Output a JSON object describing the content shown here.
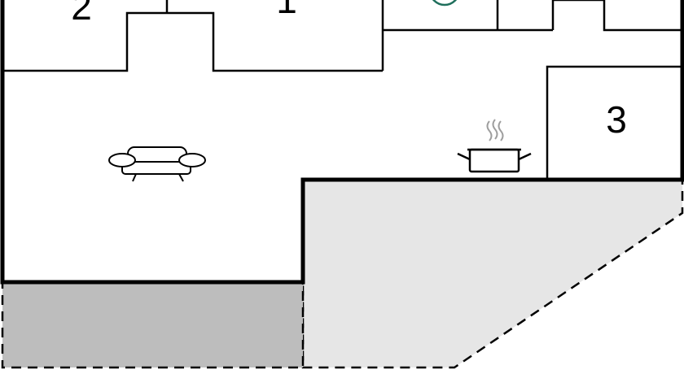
{
  "floorplan": {
    "rooms": [
      {
        "id": "bedroom-2",
        "number": "2"
      },
      {
        "id": "bedroom-1",
        "number": "1"
      },
      {
        "id": "bedroom-3",
        "number": "3"
      }
    ],
    "icons": [
      {
        "id": "sofa",
        "semantic": "sofa-icon"
      },
      {
        "id": "cooking-pot",
        "semantic": "cooking-pot-icon"
      }
    ],
    "colors": {
      "wall": "#000000",
      "floor": "#ffffff",
      "terrace": "#e6e6e6",
      "balcony": "#bdbdbd",
      "steam": "#9e9e9e"
    }
  }
}
